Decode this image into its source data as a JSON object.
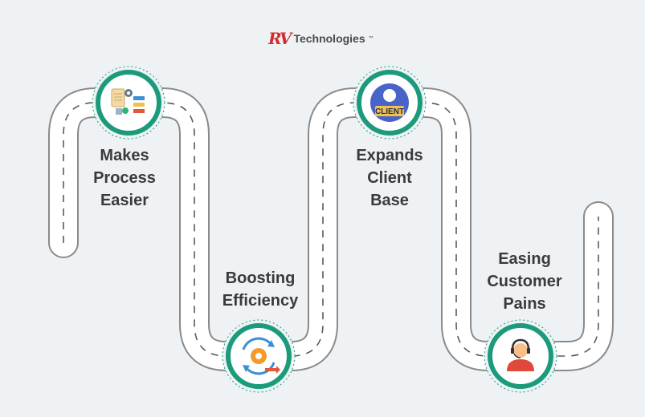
{
  "brand": {
    "mark": "RV",
    "name": "Technologies",
    "tm": "™"
  },
  "steps": [
    {
      "lines": [
        "Makes",
        "Process",
        "Easier"
      ],
      "icon": "process-flowchart-icon"
    },
    {
      "lines": [
        "Boosting",
        "Efficiency"
      ],
      "icon": "gear-cycle-icon"
    },
    {
      "lines": [
        "Expands",
        "Client",
        "Base"
      ],
      "icon": "client-avatar-icon",
      "icon_text": "CLIENT"
    },
    {
      "lines": [
        "Easing",
        "Customer",
        "Pains"
      ],
      "icon": "headset-agent-icon"
    }
  ],
  "colors": {
    "background": "#eef2f4",
    "road": "#ffffff",
    "road_border": "#8a8a8a",
    "dash": "#5a5a5a",
    "ring": "#1b9b7c",
    "text": "#3a3a3a",
    "brand_red": "#d62b2b"
  }
}
